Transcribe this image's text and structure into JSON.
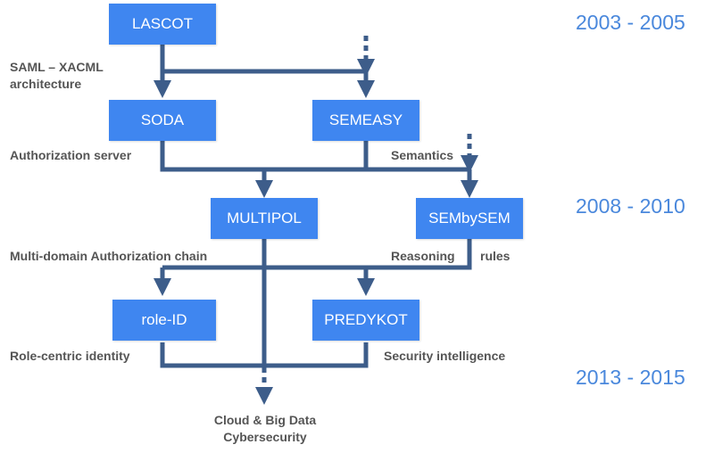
{
  "colors": {
    "box": "#3f86f0",
    "line": "#3d5d8a",
    "label": "#555555",
    "year": "#4a88dc"
  },
  "boxes": {
    "lascot": "LASCOT",
    "soda": "SODA",
    "semeasy": "SEMEASY",
    "multipol": "MULTIPOL",
    "sembysem": "SEMbySEM",
    "role_id": "role-ID",
    "predykot": "PREDYKOT"
  },
  "labels": {
    "saml_line1": "SAML – XACML",
    "saml_line2": "architecture",
    "authorization_server": "Authorization server",
    "semantics": "Semantics",
    "multi_domain": "Multi-domain Authorization chain",
    "reasoning": "Reasoning",
    "rules": "rules",
    "role_centric": "Role-centric identity",
    "security_intelligence": "Security intelligence",
    "cloud_line1": "Cloud & Big Data",
    "cloud_line2": "Cybersecurity"
  },
  "years": [
    "2003 - 2005",
    "2008 - 2010",
    "2013 - 2015"
  ]
}
